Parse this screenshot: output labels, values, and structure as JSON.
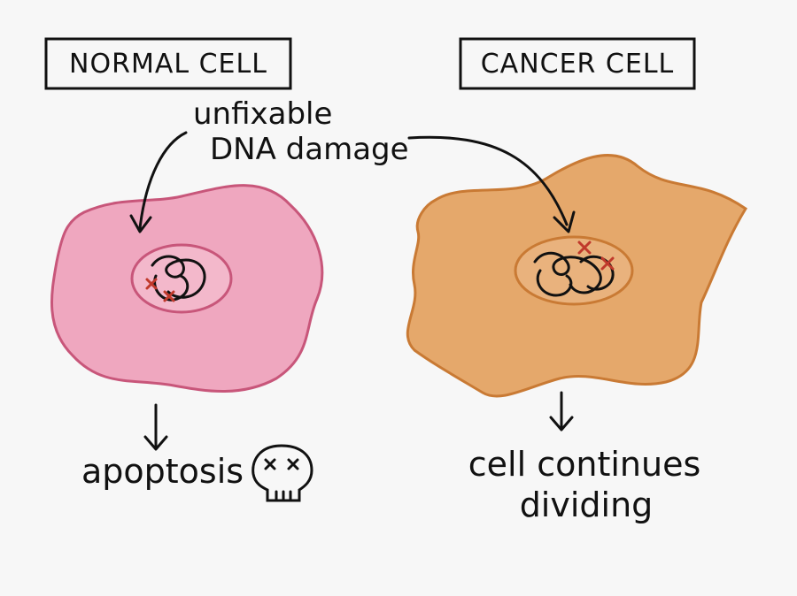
{
  "labels": {
    "normal_cell": "NORMAL CELL",
    "cancer_cell": "CANCER CELL",
    "damage_line1": "unfixable",
    "damage_line2": "DNA damage",
    "normal_outcome": "apoptosis",
    "cancer_outcome_line1": "cell continues",
    "cancer_outcome_line2": "dividing"
  },
  "colors": {
    "normal_cell_fill": "#efa7bf",
    "normal_cell_stroke": "#c8567a",
    "cancer_cell_fill": "#e5a86b",
    "cancer_cell_stroke": "#c97a34",
    "damage_mark": "#c0392b",
    "ink": "#111111"
  },
  "icons": {
    "normal_outcome_icon": "skull-icon"
  }
}
